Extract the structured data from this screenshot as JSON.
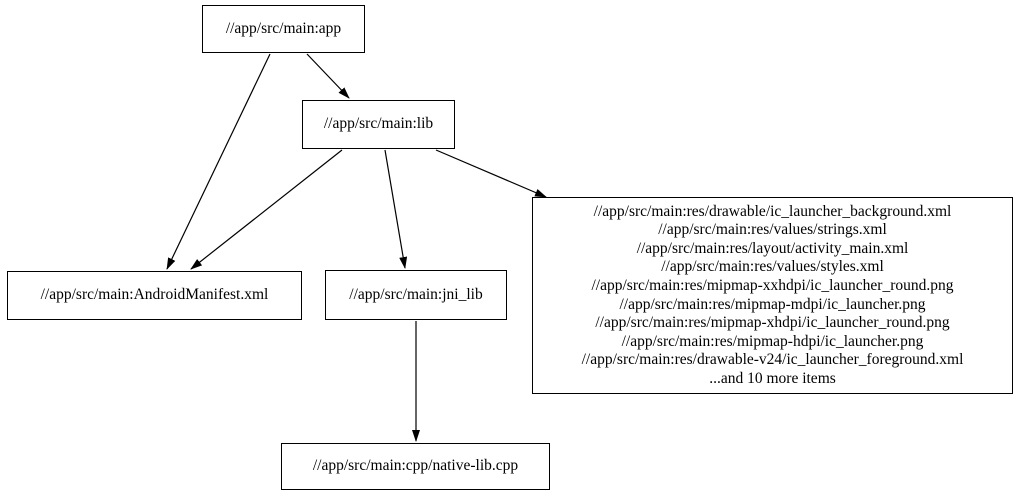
{
  "diagram": {
    "type": "dependency-graph",
    "background_color": "#ffffff",
    "node_fill_color": "#ffffff",
    "node_border_color": "#000000",
    "edge_color": "#000000",
    "text_color": "#000000",
    "nodes": {
      "app": {
        "label": "//app/src/main:app"
      },
      "lib": {
        "label": "//app/src/main:lib"
      },
      "android_manifest": {
        "label": "//app/src/main:AndroidManifest.xml"
      },
      "jni_lib": {
        "label": "//app/src/main:jni_lib"
      },
      "res_group": {
        "lines": [
          "//app/src/main:res/drawable/ic_launcher_background.xml",
          "//app/src/main:res/values/strings.xml",
          "//app/src/main:res/layout/activity_main.xml",
          "//app/src/main:res/values/styles.xml",
          "//app/src/main:res/mipmap-xxhdpi/ic_launcher_round.png",
          "//app/src/main:res/mipmap-mdpi/ic_launcher.png",
          "//app/src/main:res/mipmap-xhdpi/ic_launcher_round.png",
          "//app/src/main:res/mipmap-hdpi/ic_launcher.png",
          "//app/src/main:res/drawable-v24/ic_launcher_foreground.xml",
          "...and 10 more items"
        ]
      },
      "native_lib_cpp": {
        "label": "//app/src/main:cpp/native-lib.cpp"
      }
    },
    "edges": [
      {
        "from": "//app/src/main:app",
        "to": "//app/src/main:lib"
      },
      {
        "from": "//app/src/main:app",
        "to": "//app/src/main:AndroidManifest.xml"
      },
      {
        "from": "//app/src/main:lib",
        "to": "//app/src/main:AndroidManifest.xml"
      },
      {
        "from": "//app/src/main:lib",
        "to": "//app/src/main:jni_lib"
      },
      {
        "from": "//app/src/main:lib",
        "to": "res_group"
      },
      {
        "from": "//app/src/main:jni_lib",
        "to": "//app/src/main:cpp/native-lib.cpp"
      }
    ]
  }
}
